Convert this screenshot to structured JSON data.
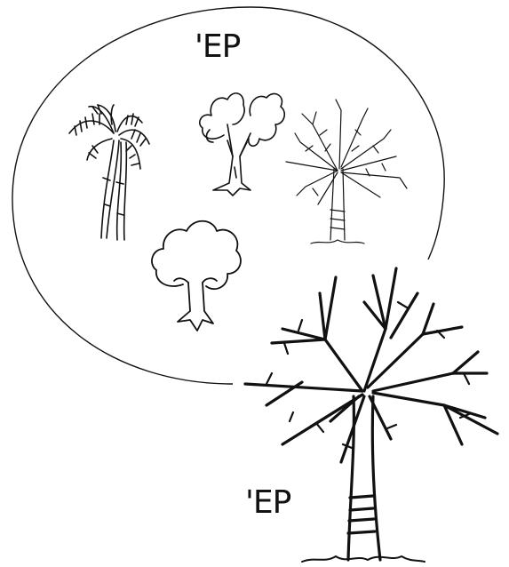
{
  "labels": {
    "top": "'EP",
    "bottom": "'EP"
  },
  "colors": {
    "ink": "#111111",
    "background": "#ffffff"
  },
  "figures": {
    "circle": "group-outline",
    "small_trees": [
      "palm-tree-icon",
      "bushy-tree-icon",
      "bare-tree-icon",
      "round-tree-icon"
    ],
    "large_tree": "large-bare-tree-icon"
  }
}
